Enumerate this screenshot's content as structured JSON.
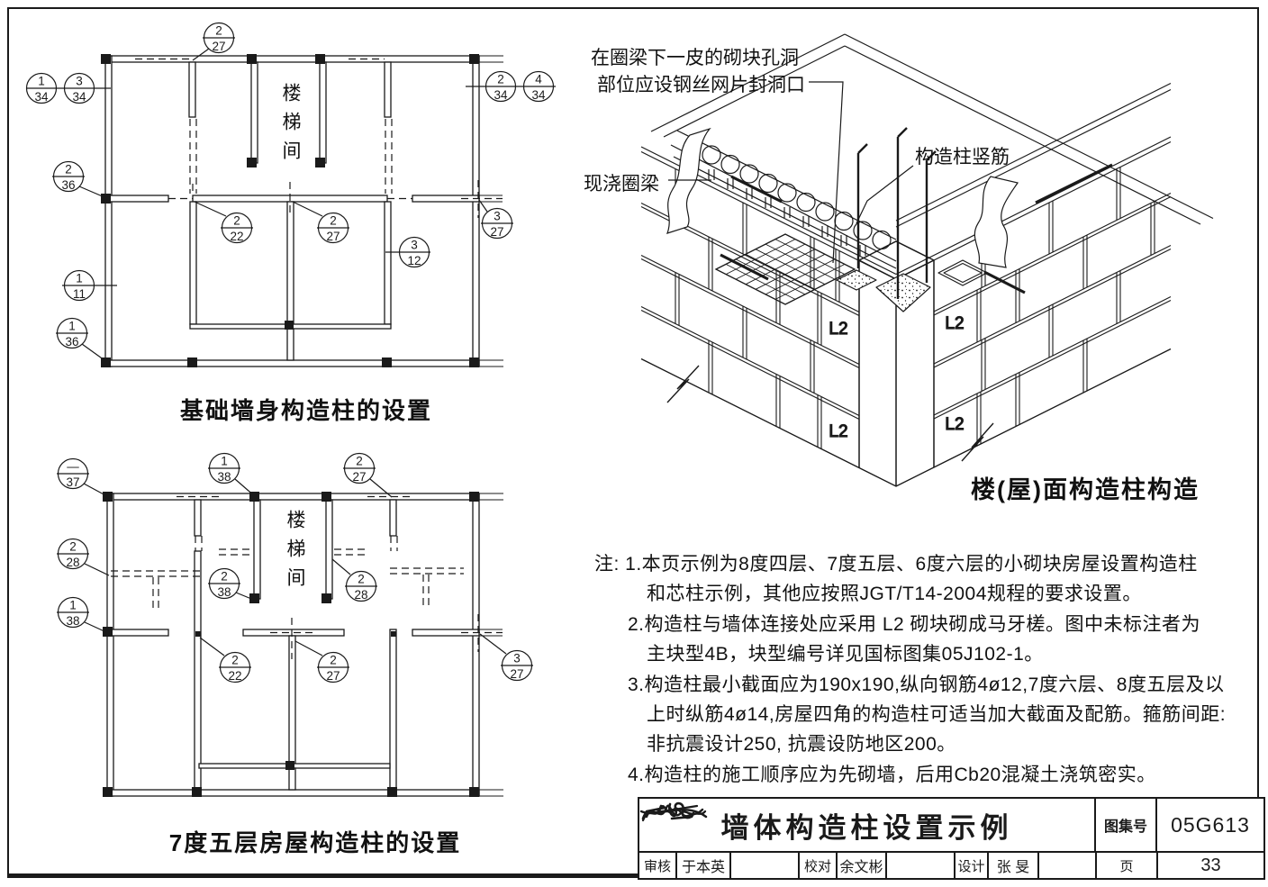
{
  "page": {
    "background": "#ffffff",
    "ink": "#1a1a1a"
  },
  "plan_top": {
    "caption": "基础墙身构造柱的设置",
    "room_label": "楼梯间",
    "callouts": [
      {
        "num": "2",
        "den": "27"
      },
      {
        "num": "1",
        "den": "34"
      },
      {
        "num": "3",
        "den": "34"
      },
      {
        "num": "2",
        "den": "34"
      },
      {
        "num": "4",
        "den": "34"
      },
      {
        "num": "2",
        "den": "36"
      },
      {
        "num": "1",
        "den": "11"
      },
      {
        "num": "1",
        "den": "36"
      },
      {
        "num": "2",
        "den": "22"
      },
      {
        "num": "2",
        "den": "27"
      },
      {
        "num": "3",
        "den": "12"
      },
      {
        "num": "3",
        "den": "27"
      }
    ]
  },
  "plan_bottom": {
    "caption": "7度五层房屋构造柱的设置",
    "room_label": "楼梯间",
    "callouts": [
      {
        "num": "—",
        "den": "37"
      },
      {
        "num": "1",
        "den": "38"
      },
      {
        "num": "2",
        "den": "27"
      },
      {
        "num": "2",
        "den": "28"
      },
      {
        "num": "1",
        "den": "38"
      },
      {
        "num": "2",
        "den": "38"
      },
      {
        "num": "2",
        "den": "28"
      },
      {
        "num": "2",
        "den": "22"
      },
      {
        "num": "2",
        "den": "27"
      },
      {
        "num": "3",
        "den": "27"
      }
    ]
  },
  "isometric": {
    "caption": "楼(屋)面构造柱构造",
    "note_line1": "在圈梁下一皮的砌块孔洞",
    "note_line2": "部位应设钢丝网片封洞口",
    "ring_beam_label": "现浇圈梁",
    "rebar_label": "构造柱竖筋",
    "block_label": "L2"
  },
  "notes": {
    "lines": [
      "注: 1.本页示例为8度四层、7度五层、6度六层的小砌块房屋设置构造柱",
      "和芯柱示例，其他应按照JGT/T14-2004规程的要求设置。",
      "2.构造柱与墙体连接处应采用 L2 砌块砌成马牙槎。图中未标注者为",
      "主块型4B，块型编号详见国标图集05J102-1。",
      "3.构造柱最小截面应为190x190,纵向钢筋4ø12,7度六层、8度五层及以",
      "上时纵筋4ø14,房屋四角的构造柱可适当加大截面及配筋。箍筋间距:",
      "非抗震设计250, 抗震设防地区200。",
      "4.构造柱的施工顺序应为先砌墙，后用Cb20混凝土浇筑密实。"
    ]
  },
  "title_block": {
    "title": "墙体构造柱设置示例",
    "atlas_label": "图集号",
    "atlas_number": "05G613",
    "page_label": "页",
    "page_number": "33",
    "review_label": "审核",
    "reviewer": "于本英",
    "proofread_label": "校对",
    "proofreader": "余文彬",
    "design_label": "设计",
    "designer": "张  旻"
  }
}
